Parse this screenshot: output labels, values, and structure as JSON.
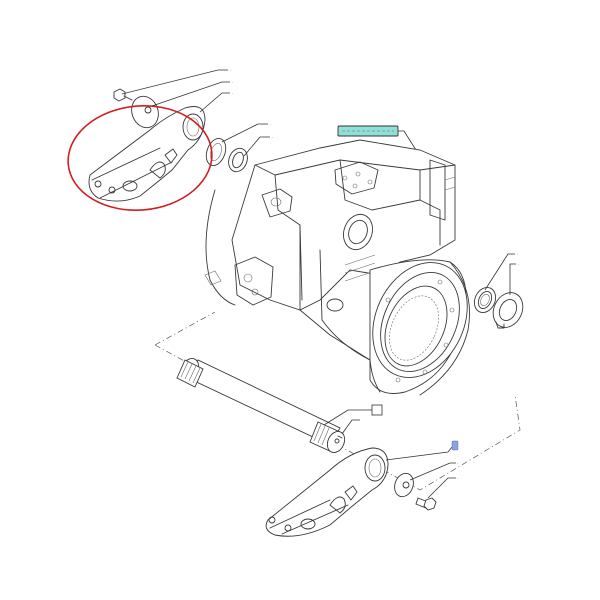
{
  "diagram": {
    "type": "exploded-parts-view",
    "subject": "transmission housing with lift arm, shaft and seals",
    "highlight": {
      "shape": "ellipse",
      "color": "#d11f1f",
      "target": "upper lift arm assembly"
    },
    "reference_tag": {
      "color": "#8fe0d6",
      "border": "#333333",
      "text": ""
    },
    "marker_tag": {
      "color": "#8aa4e0"
    },
    "parts": [
      {
        "id": "upper-bolt",
        "label": ""
      },
      {
        "id": "upper-washer",
        "label": ""
      },
      {
        "id": "upper-lift-arm",
        "label": ""
      },
      {
        "id": "upper-seal-ring",
        "label": ""
      },
      {
        "id": "upper-oil-seal",
        "label": ""
      },
      {
        "id": "housing",
        "label": ""
      },
      {
        "id": "right-oil-seal",
        "label": ""
      },
      {
        "id": "right-thrust-plate",
        "label": ""
      },
      {
        "id": "splined-shaft",
        "label": ""
      },
      {
        "id": "shaft-pin",
        "label": ""
      },
      {
        "id": "shaft-box-ref",
        "label": ""
      },
      {
        "id": "lower-lift-arm",
        "label": ""
      },
      {
        "id": "lower-washer",
        "label": ""
      },
      {
        "id": "lower-bolt",
        "label": ""
      }
    ]
  }
}
